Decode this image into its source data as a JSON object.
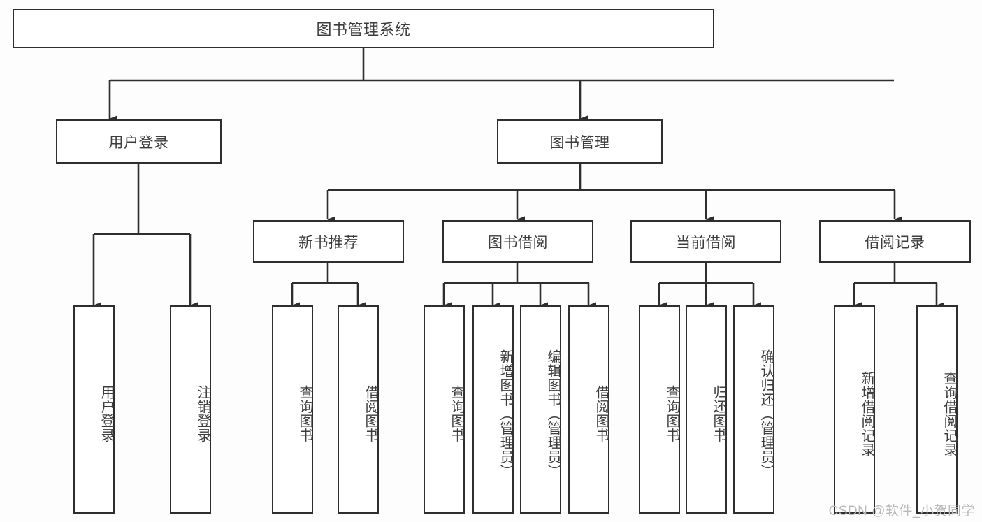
{
  "diagram": {
    "type": "tree-hierarchy",
    "title": "图书管理系统",
    "colors": {
      "line": "#2e2e2e",
      "box_border": "#2e2e2e",
      "box_fill": "#ffffff",
      "text": "#3d3d3d",
      "background": "#fdfdfd",
      "watermark": "#b9b9b9"
    },
    "root": {
      "label": "图书管理系统"
    },
    "level2": [
      {
        "label": "用户登录"
      },
      {
        "label": "图书管理"
      }
    ],
    "level3": [
      {
        "label": "新书推荐"
      },
      {
        "label": "图书借阅"
      },
      {
        "label": "当前借阅"
      },
      {
        "label": "借阅记录"
      }
    ],
    "leaves": {
      "user_login": [
        {
          "label": "用户登录"
        },
        {
          "label": "注销登录"
        }
      ],
      "new_book_recommend": [
        {
          "label": "查询图书"
        },
        {
          "label": "借阅图书"
        }
      ],
      "book_borrow": [
        {
          "label": "查询图书"
        },
        {
          "label": "新增图书（管理员）"
        },
        {
          "label": "编辑图书（管理员）"
        },
        {
          "label": "借阅图书"
        }
      ],
      "current_borrow": [
        {
          "label": "查询图书"
        },
        {
          "label": "归还图书"
        },
        {
          "label": "确认归还（管理员）"
        }
      ],
      "borrow_record": [
        {
          "label": "新增借阅记录"
        },
        {
          "label": "查询借阅记录"
        }
      ]
    }
  },
  "watermark": {
    "text": "CSDN @软件_小贺同学"
  }
}
